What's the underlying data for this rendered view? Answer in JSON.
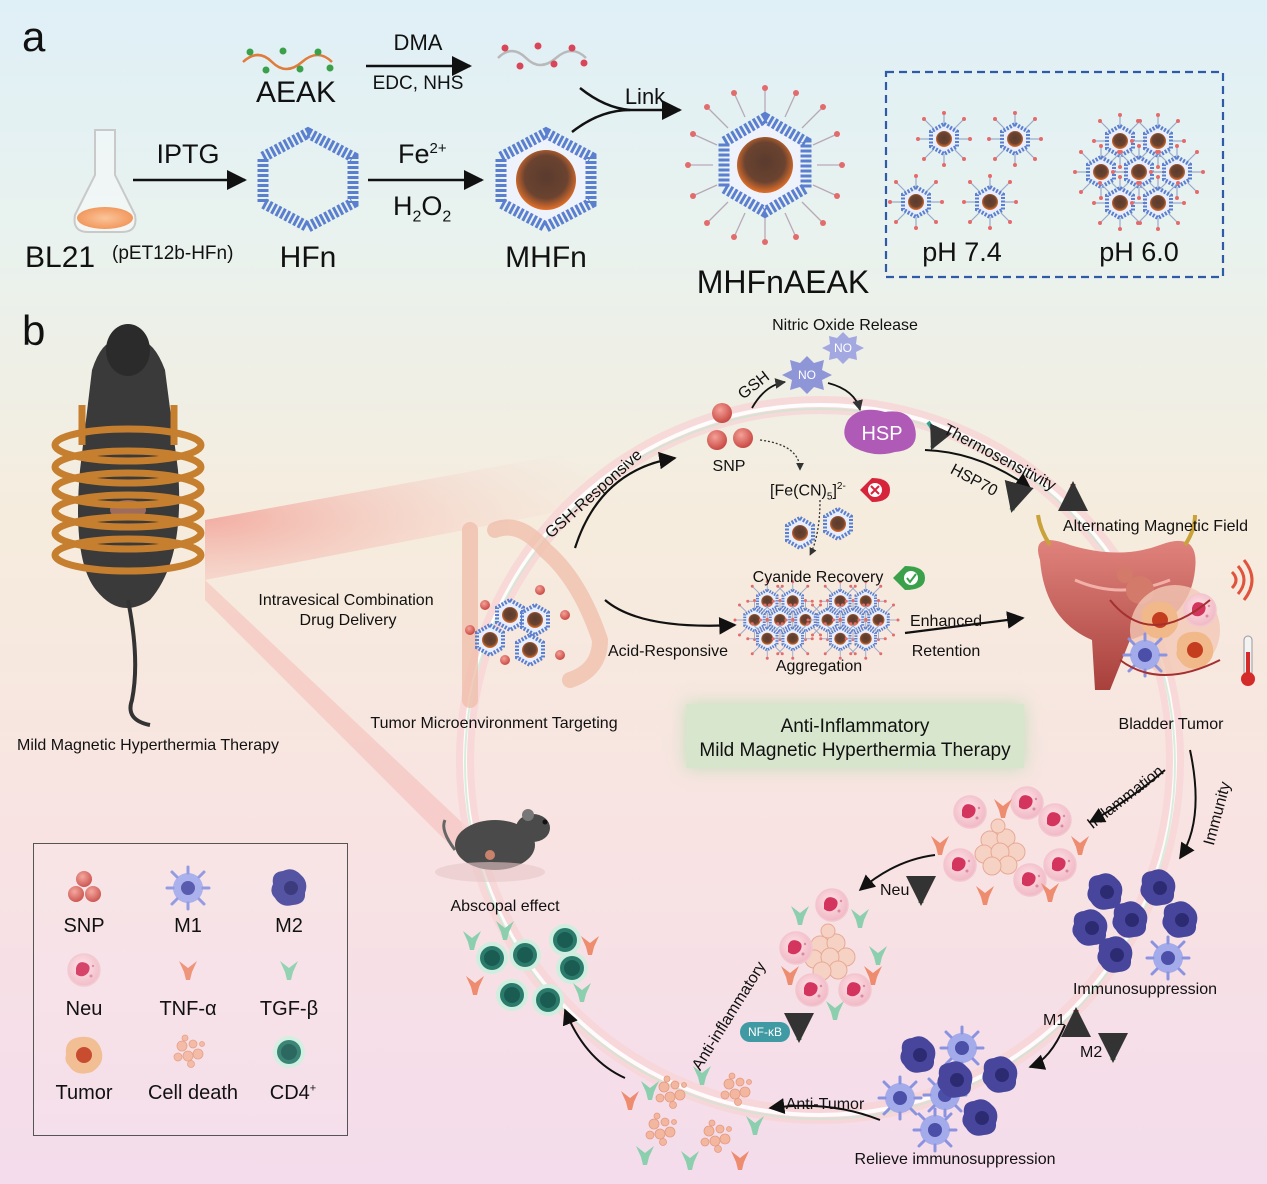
{
  "panel_a": {
    "label": "a",
    "aeak": "AEAK",
    "dma": "DMA",
    "edc_nhs": "EDC, NHS",
    "link": "Link",
    "iptg": "IPTG",
    "fe": "Fe",
    "fe_sup": "2+",
    "h2o2_h": "H",
    "h2o2_sub1": "2",
    "h2o2_o": "O",
    "h2o2_sub2": "2",
    "bl21": "BL21",
    "plasmid": "(pET12b-HFn)",
    "hfn": "HFn",
    "mhfn": "MHFn",
    "mhfnaeak": "MHFnAEAK",
    "ph74": "pH 7.4",
    "ph60": "pH 6.0"
  },
  "panel_b": {
    "label": "b",
    "nitric_oxide": "Nitric Oxide Release",
    "no": "NO",
    "gsh": "GSH",
    "hsp": "HSP",
    "snp": "SNP",
    "thermosensitivity": "Thermosensitivity",
    "hsp70": "HSP70",
    "fecn_main": "[Fe(CN)",
    "fecn_sub": "5",
    "fecn_close": "]",
    "fecn_sup": "2-",
    "gsh_responsive": "GSH-Responsive",
    "alternating_field": "Alternating Magnetic Field",
    "cyanide_recovery": "Cyanide Recovery",
    "intravesical_1": "Intravesical Combination",
    "intravesical_2": "Drug Delivery",
    "acid_responsive": "Acid-Responsive",
    "aggregation": "Aggregation",
    "enhanced": "Enhanced",
    "retention": "Retention",
    "tumor_targeting": "Tumor Microenvironment Targeting",
    "bladder_tumor": "Bladder Tumor",
    "mild_mht": "Mild Magnetic Hyperthermia Therapy",
    "banner_1": "Anti-Inflammatory",
    "banner_2": "Mild Magnetic Hyperthermia Therapy",
    "inflammation": "Inflammation",
    "immunity": "Immunity",
    "neu": "Neu",
    "abscopal": "Abscopal effect",
    "immunosuppression": "Immunosuppression",
    "anti_inflammatory": "Anti-inflammatory",
    "nfkb": "NF-κB",
    "m1": "M1",
    "m2": "M2",
    "anti_tumor": "Anti-Tumor",
    "relieve": "Relieve immunosuppression"
  },
  "legend": {
    "snp": "SNP",
    "m1": "M1",
    "m2": "M2",
    "neu": "Neu",
    "tnf": "TNF-α",
    "tgf": "TGF-β",
    "tumor": "Tumor",
    "cell_death": "Cell death",
    "cd4": "CD4",
    "cd4_sup": "+"
  },
  "colors": {
    "protein_cage": "#5b7fcf",
    "iron_core": "#e4702a",
    "snp": "#d9625a",
    "m1": "#8a93e0",
    "m2": "#3f3e95",
    "neu": "#e88aa0",
    "tnf": "#ec8a6e",
    "tgf": "#7fc6a4",
    "cd4": "#1f6f61",
    "tumor_cell": "#e2a46b",
    "cell_death": "#f2b7a0",
    "coil": "#c67f2f",
    "hsp": "#b05ab8",
    "no_burst": "#8f96d8",
    "arrow_up": "#d42a2a",
    "arrow_down": "#3aa14a",
    "dashed_box": "#2e5aa8",
    "banner": "#cfeccd"
  },
  "icons": [
    "flask-icon",
    "ferritin-cage-icon",
    "mouse-icon",
    "coil-icon",
    "bladder-icon",
    "thermometer-icon",
    "magnetic-wave-icon",
    "check-icon",
    "cross-icon"
  ]
}
